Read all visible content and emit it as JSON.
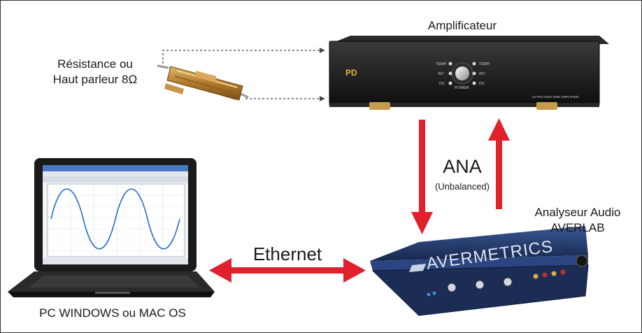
{
  "amplifier": {
    "title": "Amplificateur",
    "logo": "PD",
    "left_indicators": [
      "TEMP",
      "INT",
      "DC"
    ],
    "right_indicators": [
      "TEMP",
      "INT",
      "DC"
    ],
    "power_label": "POWER",
    "model_text": "ULTRA HIGH END AMPLIFIER",
    "body_color": "#161616"
  },
  "load": {
    "line1": "Résistance ou",
    "line2": "Haut parleur 8Ω",
    "body_color": "#c08a3a"
  },
  "analog_link": {
    "label": "ANA",
    "sublabel": "(Unbalanced)",
    "arrow_color": "#e0202b"
  },
  "ethernet_link": {
    "label": "Ethernet",
    "arrow_color": "#e0202b"
  },
  "analyzer": {
    "line1": "Analyseur Audio",
    "line2": "AVERLAB",
    "brand": "AVERMETRICS",
    "body_color": "#1f3463"
  },
  "computer": {
    "label": "PC WINDOWS ou MAC OS"
  }
}
